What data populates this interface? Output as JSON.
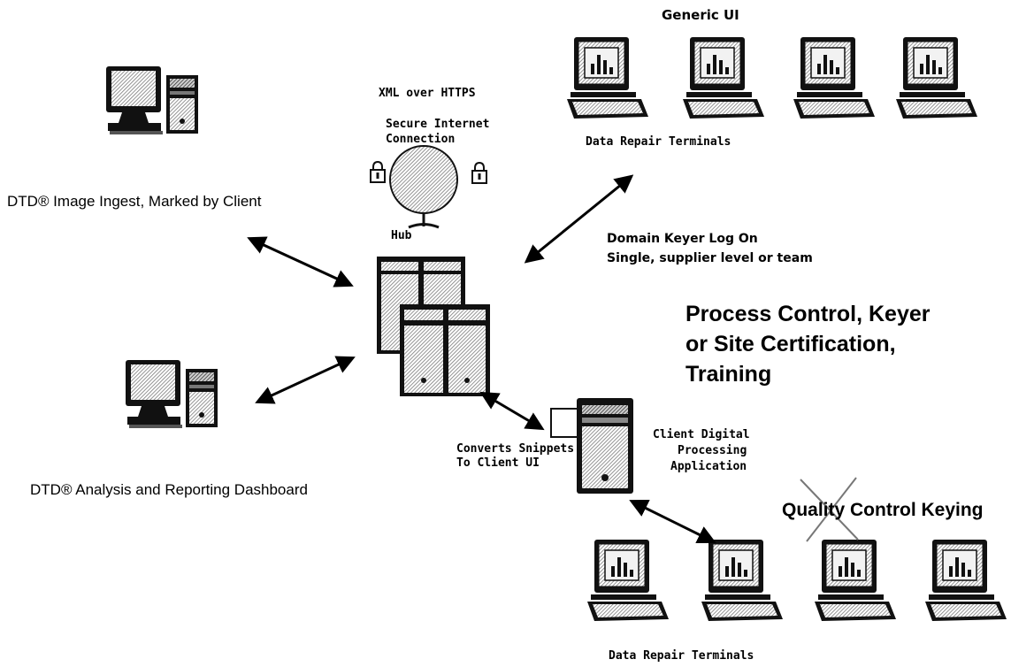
{
  "labels": {
    "generic_ui": "Generic UI",
    "xml_over_https": "XML over HTTPS",
    "secure_connection_line1": "Secure Internet",
    "secure_connection_line2": "Connection",
    "hub": "Hub",
    "data_repair_terminals_top": "Data Repair Terminals",
    "image_ingest": "DTD® Image Ingest, Marked by Client",
    "domain_keyer_line1": "Domain Keyer Log On",
    "domain_keyer_line2": "Single, supplier level or team",
    "process_control_line1": "Process Control, Keyer",
    "process_control_line2": "or Site Certification,",
    "process_control_line3": "Training",
    "converts_line1": "Converts Snippets",
    "converts_line2": "To Client UI",
    "client_app_line1": "Client  Digital",
    "client_app_line2": "Processing",
    "client_app_line3": "Application",
    "quality_control": "Quality Control Keying",
    "dashboard": "DTD® Analysis and Reporting Dashboard",
    "data_repair_terminals_bottom": "Data Repair Terminals"
  },
  "icons": {
    "workstation": "desktop-computer-icon",
    "terminal": "data-repair-terminal-icon",
    "globe": "globe-hub-icon",
    "lock": "padlock-icon",
    "server": "server-cluster-icon",
    "tower": "client-tower-icon"
  },
  "colors": {
    "ink": "#000000",
    "hatch": "#9a9a9a",
    "strike": "#777777"
  }
}
